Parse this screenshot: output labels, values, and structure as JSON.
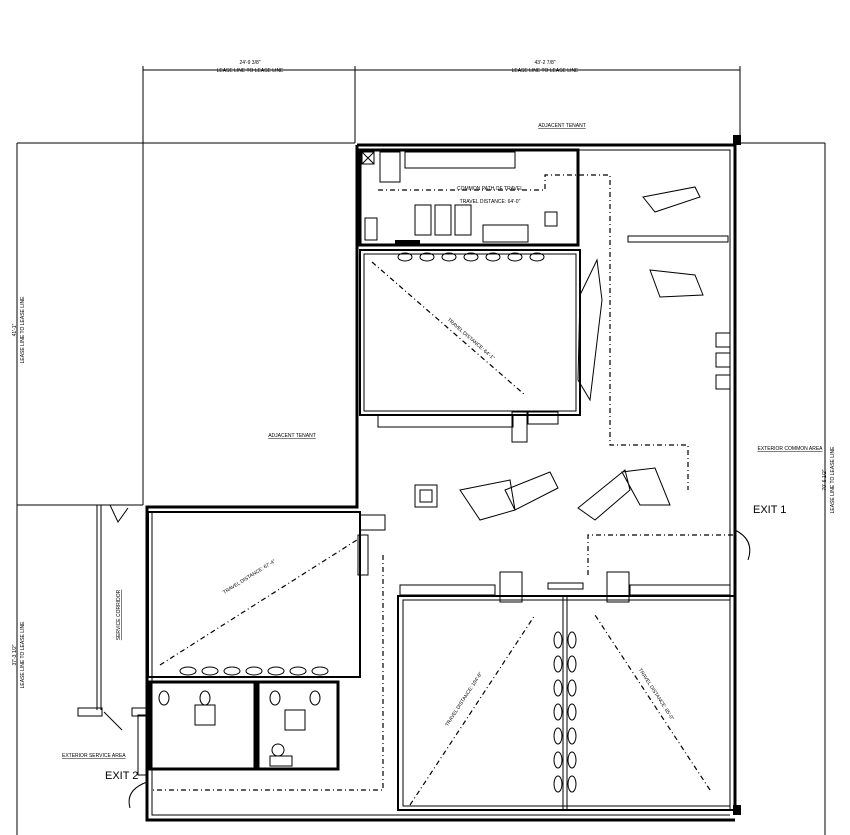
{
  "dimensions": {
    "top_left": {
      "value": "24'-9 3/8\"",
      "note": "LEASE LINE TO LEASE LINE"
    },
    "top_right": {
      "value": "43'-2 7/8\"",
      "note": "LEASE LINE TO LEASE LINE"
    },
    "left_upper": {
      "value": "41'-1\"",
      "note": "LEASE LINE TO LEASE LINE"
    },
    "left_lower": {
      "value": "37'-3 1/2\"",
      "note": "LEASE LINE TO LEASE LINE"
    },
    "right": {
      "value": "70'-6 1/2\"",
      "note": "LEASE LINE TO LEASE LINE"
    }
  },
  "areas": {
    "adjacent_top": "ADJACENT TENANT",
    "adjacent_left": "ADJACENT TENANT",
    "service_corridor": "SERVICE CORRIDOR",
    "exterior_service": "EXTERIOR SERVICE AREA",
    "exterior_common": "EXTERIOR COMMON AREA"
  },
  "travel": {
    "common_path": "COMMON PATH OF TRAVEL",
    "office": "TRAVEL DISTANCE: 64'-0\"",
    "room_upper": "TRAVEL DISTANCE: 64'-1\"",
    "room_left": "TRAVEL DISTANCE: 67'-4\"",
    "room_bottom_left": "TRAVEL DISTANCE: 104'-8\"",
    "room_bottom_right": "TRAVEL DISTANCE: 85'-0\""
  },
  "exits": {
    "exit1": "EXIT 1",
    "exit2": "EXIT 2"
  }
}
